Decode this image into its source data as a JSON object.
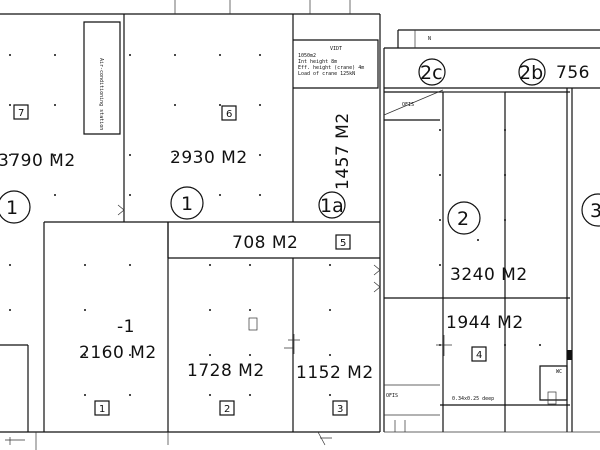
{
  "areas": {
    "a7": "3790 M2",
    "a6": "2930 M2",
    "a1a": "1457 M2",
    "a5": "708 M2",
    "a1": "2160 M2",
    "a2": "1728 M2",
    "a3": "1152 M2",
    "a4": "1944 M2",
    "a2main": "3240 M2",
    "a2b": "756"
  },
  "circles": {
    "c1left": "1",
    "c1": "1",
    "c1a": "1a",
    "c2": "2",
    "c2c": "2c",
    "c2b": "2b",
    "c3": "3"
  },
  "zones": {
    "z7": "7",
    "z6": "6",
    "z5": "5",
    "z1": "1",
    "z2": "2",
    "z3": "3",
    "z4": "4"
  },
  "labels": {
    "minus1": "-1",
    "vidt1": "VIDT",
    "vidt2": "1050m2",
    "vidt3": "Int height 8m",
    "vidt4": "Eff. height (crane) 4m",
    "vidt5": "Load of crane 125kN",
    "offs1": "OFIS",
    "offs2": "OFIS",
    "deep": "0.34x0.25 deep",
    "wc": "WC",
    "station": "Air-conditioning station",
    "north": "N"
  }
}
